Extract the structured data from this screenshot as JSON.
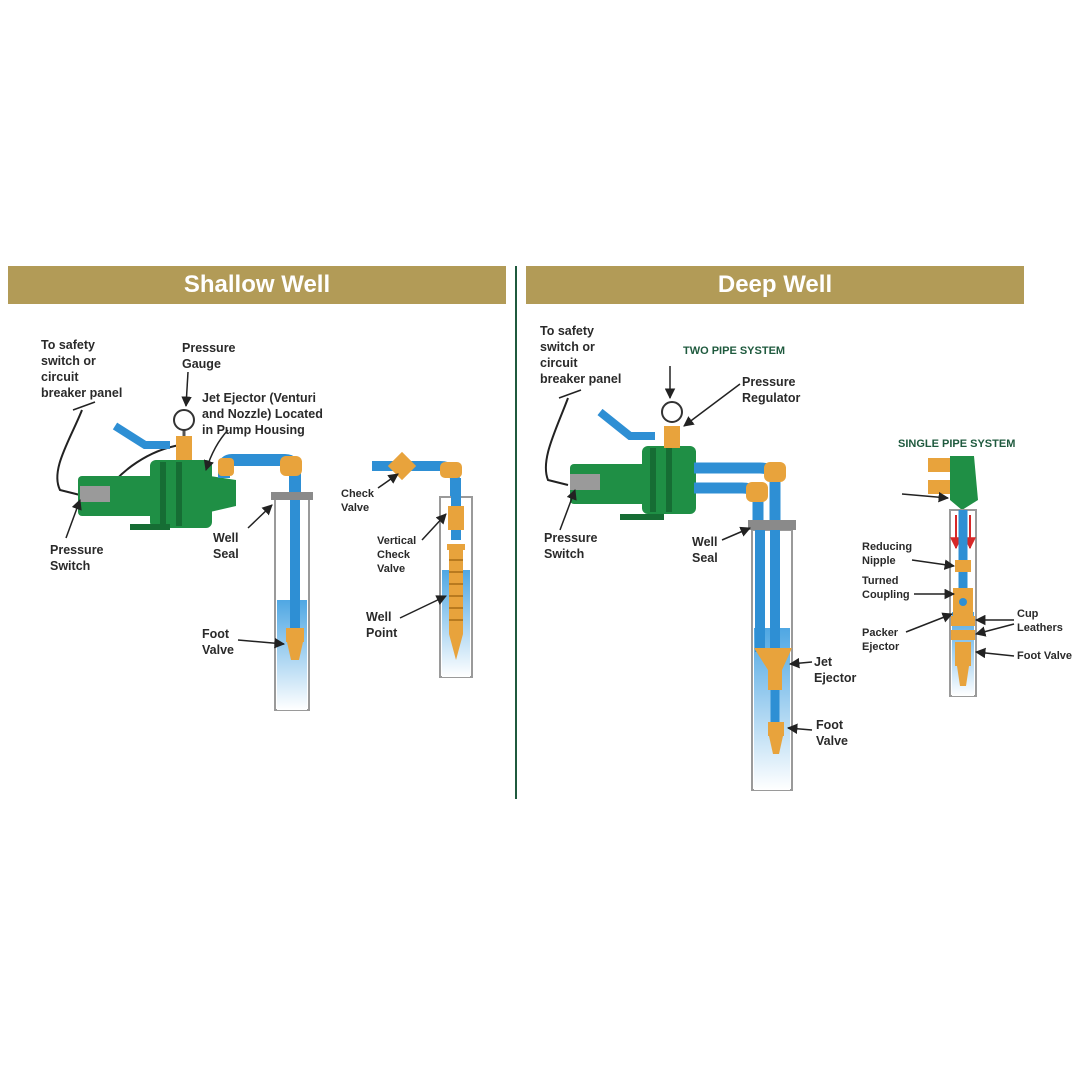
{
  "shallow": {
    "title": "Shallow Well",
    "labels": {
      "to_safety": "To safety\nswitch or\ncircuit\nbreaker panel",
      "pressure_gauge": "Pressure\nGauge",
      "jet_ejector": "Jet Ejector (Venturi\nand Nozzle) Located\nin Pump Housing",
      "pressure_switch": "Pressure\nSwitch",
      "well_seal": "Well\nSeal",
      "foot_valve": "Foot\nValve",
      "check_valve": "Check\nValve",
      "vertical_check_valve": "Vertical\nCheck\nValve",
      "well_point": "Well\nPoint"
    }
  },
  "deep": {
    "title": "Deep Well",
    "labels": {
      "to_safety": "To safety\nswitch or\ncircuit\nbreaker panel",
      "two_pipe": "TWO PIPE SYSTEM",
      "pressure_regulator": "Pressure\nRegulator",
      "pressure_switch": "Pressure\nSwitch",
      "well_seal": "Well\nSeal",
      "jet_ejector": "Jet\nEjector",
      "foot_valve": "Foot\nValve",
      "single_pipe": "SINGLE PIPE SYSTEM",
      "reducing_nipple": "Reducing\nNipple",
      "turned_coupling": "Turned\nCoupling",
      "packer_ejector": "Packer\nEjector",
      "cup_leathers": "Cup\nLeathers",
      "single_foot_valve": "Foot Valve"
    }
  },
  "colors": {
    "banner": "#b29b57",
    "divider": "#1f5a3e",
    "pipe": "#2e8fd4",
    "pump": "#1f8f45",
    "brass": "#e8a33c",
    "water": "#5aaee6"
  }
}
